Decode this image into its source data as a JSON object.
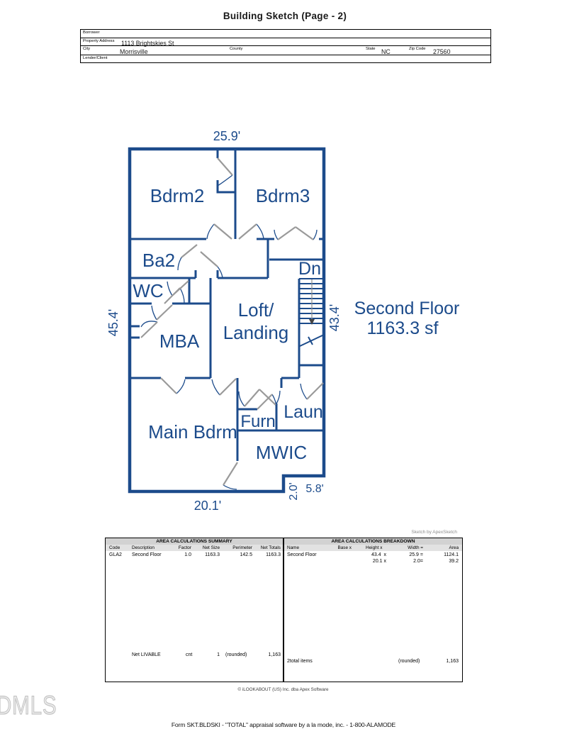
{
  "page_title": "Building Sketch (Page - 2)",
  "form": {
    "borrower_label": "Borrower",
    "property_address_label": "Property Address",
    "property_address_value": "1113 Brightskies St",
    "city_label": "City",
    "city_value": "Morrisville",
    "county_label": "County",
    "state_label": "State",
    "state_value": "NC",
    "zip_label": "Zip Code",
    "zip_value": "27560",
    "lender_label": "Lender/Client"
  },
  "sketch": {
    "credit": "Sketch by ApexSketch",
    "floor_label": "Second Floor",
    "floor_area": "1163.3 sf",
    "wall_color": "#1c4b8b",
    "rooms": [
      "Bdrm2",
      "Bdrm3",
      "Ba2",
      "WC",
      "MBA",
      "Loft/",
      "Landing",
      "Dn",
      "Main Bdrm",
      "Furn",
      "Laun",
      "MWIC"
    ],
    "dims": {
      "top": "25.9'",
      "left": "45.4'",
      "right": "43.4'",
      "bottom": "20.1'",
      "notch_height": "2.0'",
      "notch_width": "5.8'"
    }
  },
  "summary": {
    "title": "AREA CALCULATIONS SUMMARY",
    "columns": [
      "Code",
      "Description",
      "Factor",
      "Net Size",
      "Perimeter",
      "Net Totals"
    ],
    "rows": [
      [
        "GLA2",
        "Second Floor",
        "1.0",
        "1163.3",
        "142.5",
        "1163.3"
      ]
    ],
    "footer": [
      "Net LIVABLE",
      "cnt",
      "1",
      "(rounded)",
      "1,163"
    ]
  },
  "breakdown": {
    "title": "AREA CALCULATIONS BREAKDOWN",
    "columns": [
      "Name",
      "Base x",
      "Height x",
      "Width =",
      "Area"
    ],
    "rows": [
      [
        "Second Floor",
        "43.4  x",
        "25.9 =",
        "1124.1"
      ],
      [
        "",
        "20.1 x",
        "2.0=",
        "39.2"
      ]
    ],
    "footer": [
      "2total items",
      "(rounded)",
      "1,163"
    ]
  },
  "footer": {
    "copyright": "© iLOOKABOUT (US) Inc. dba Apex Software",
    "form_line": "Form SKT.BLDSKI - \"TOTAL\" appraisal software by a la mode, inc. - 1-800-ALAMODE",
    "watermark": "DMLS"
  }
}
